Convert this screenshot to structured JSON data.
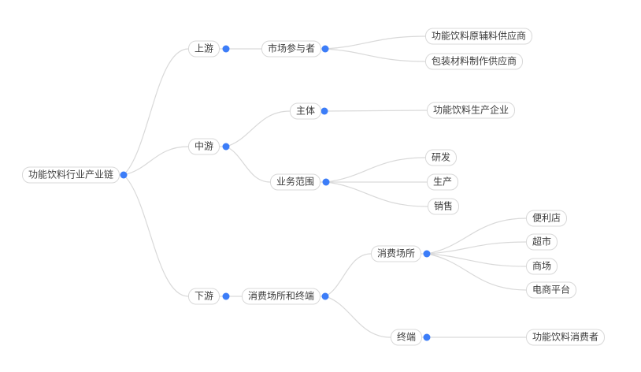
{
  "colors": {
    "accent_blue": "#3c7df8",
    "line_gray": "#d9d9d9",
    "node_border": "#d8d8d8",
    "node_text": "#3c3c3c",
    "background": "#ffffff"
  },
  "mindmap": {
    "root": {
      "label": "功能饮料行业产业链",
      "children": [
        {
          "label": "上游",
          "children": [
            {
              "label": "市场参与者",
              "children": [
                {
                  "label": "功能饮料原辅料供应商",
                  "children": []
                },
                {
                  "label": "包装材料制作供应商",
                  "children": []
                }
              ]
            }
          ]
        },
        {
          "label": "中游",
          "children": [
            {
              "label": "主体",
              "children": [
                {
                  "label": "功能饮料生产企业",
                  "children": []
                }
              ]
            },
            {
              "label": "业务范围",
              "children": [
                {
                  "label": "研发",
                  "children": []
                },
                {
                  "label": "生产",
                  "children": []
                },
                {
                  "label": "销售",
                  "children": []
                }
              ]
            }
          ]
        },
        {
          "label": "下游",
          "children": [
            {
              "label": "消费场所和终端",
              "children": [
                {
                  "label": "消费场所",
                  "children": [
                    {
                      "label": "便利店",
                      "children": []
                    },
                    {
                      "label": "超市",
                      "children": []
                    },
                    {
                      "label": "商场",
                      "children": []
                    },
                    {
                      "label": "电商平台",
                      "children": []
                    }
                  ]
                },
                {
                  "label": "终端",
                  "children": [
                    {
                      "label": "功能饮料消费者",
                      "children": []
                    }
                  ]
                }
              ]
            }
          ]
        }
      ]
    }
  }
}
